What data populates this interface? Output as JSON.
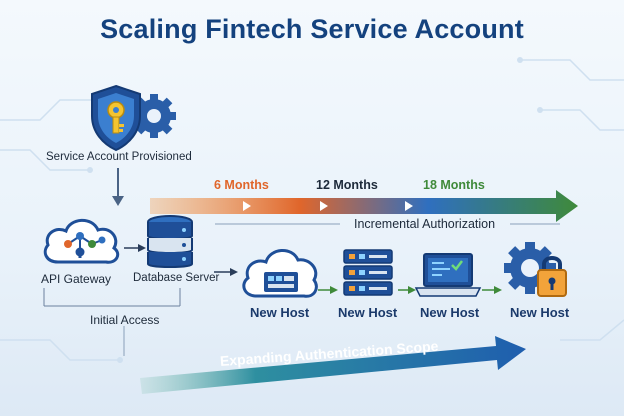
{
  "title": "Scaling Fintech Service Account",
  "provision": {
    "label": "Service Account Provisioned",
    "icon": "shield-key-gear-icon"
  },
  "timeline": {
    "months": [
      {
        "label": "6 Months",
        "color": "#e0662b"
      },
      {
        "label": "12 Months",
        "color": "#1d2a3a"
      },
      {
        "label": "18 Months",
        "color": "#3f8a3a"
      }
    ],
    "caption": "Incremental Authorization"
  },
  "initial": {
    "api_gateway": "API Gateway",
    "database_server": "Database Server",
    "label": "Initial Access"
  },
  "hosts": [
    {
      "label": "New Host",
      "icon": "cloud-server-icon"
    },
    {
      "label": "New Host",
      "icon": "server-rack-icon"
    },
    {
      "label": "New Host",
      "icon": "laptop-icon"
    },
    {
      "label": "New Host",
      "icon": "gear-lock-icon"
    }
  ],
  "scope_arrow": {
    "label": "Expanding Authentication Scope"
  },
  "colors": {
    "navy": "#14427e",
    "blue": "#2f6fbf",
    "orange": "#e0662b",
    "green": "#3f8a3a"
  }
}
